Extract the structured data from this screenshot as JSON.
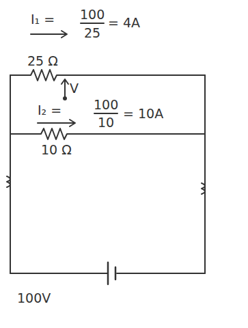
{
  "diagram": {
    "labels": [
      "I₁ =",
      "100",
      "25",
      "= 4A",
      "25 Ω",
      "V",
      "I₂ =",
      "100",
      "10",
      "= 10A",
      "10 Ω",
      "100V"
    ]
  }
}
